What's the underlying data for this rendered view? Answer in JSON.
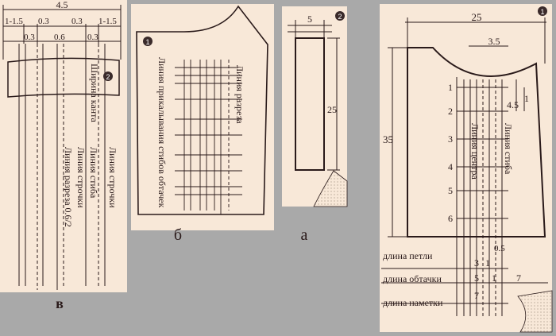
{
  "panel_v": {
    "width": "4.5",
    "seg": [
      "1-1.5",
      "0.3",
      "0.3",
      "1-1.5"
    ],
    "inner": [
      "0.3",
      "0.6",
      "0.3"
    ],
    "badge": "2",
    "lines": [
      "Ширина канта",
      "Линия строчки",
      "Линия стиба",
      "Линия строчки",
      "Линия разреза 0.6/2"
    ],
    "caption": "в"
  },
  "panel_b": {
    "badge": "1",
    "lines": [
      "Линия прикалывания стибов обтачек",
      "Линия разреза"
    ],
    "caption": "б"
  },
  "panel_a": {
    "badge": "2",
    "width": "5",
    "height": "25",
    "caption": "а"
  },
  "panel_1": {
    "badge": "1",
    "width": "25",
    "neck": "3.5",
    "side": "4.5",
    "one": "1",
    "height": "35",
    "row_numbers": [
      "1",
      "2",
      "3",
      "4",
      "5",
      "6"
    ],
    "lines": [
      "Линия центра",
      "Линия стиба"
    ],
    "d05": "0.5",
    "labels": [
      "длина петли",
      "длина обтачки",
      "длина наметки"
    ],
    "loop": [
      "3",
      "1"
    ],
    "facing": [
      "5",
      "1",
      "7"
    ],
    "baste": "7"
  },
  "colors": {
    "paper": "#f8e8d8",
    "ink": "#2a1a1a",
    "badge": "#3a2a2a"
  }
}
